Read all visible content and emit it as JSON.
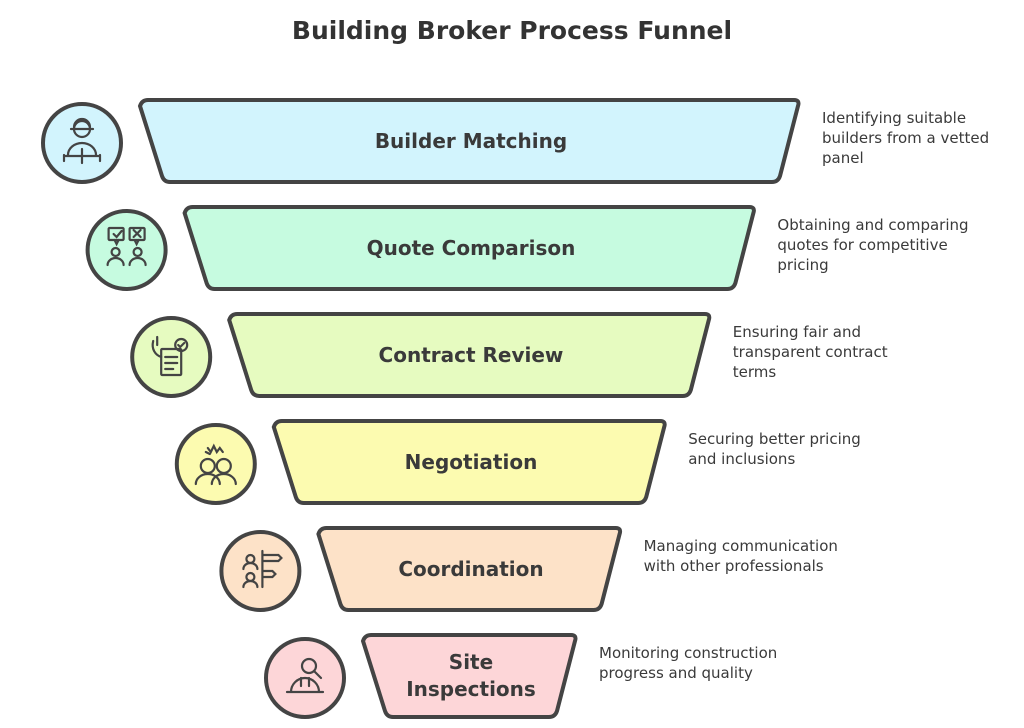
{
  "title": "Building Broker Process Funnel",
  "stages": [
    {
      "label": "Builder Matching",
      "description": "Identifying suitable builders from a vetted panel",
      "color": "#d2f4fd",
      "icon": "builder-icon"
    },
    {
      "label": "Quote Comparison",
      "description": "Obtaining and comparing quotes for competitive pricing",
      "color": "#c6fbe0",
      "icon": "compare-icon"
    },
    {
      "label": "Contract Review",
      "description": "Ensuring fair and transparent contract terms",
      "color": "#e6fbc0",
      "icon": "contract-icon"
    },
    {
      "label": "Negotiation",
      "description": "Securing better pricing and inclusions",
      "color": "#fcfbb0",
      "icon": "negotiation-icon"
    },
    {
      "label": "Coordination",
      "description": "Managing communication with other professionals",
      "color": "#fde2c8",
      "icon": "coordination-icon"
    },
    {
      "label": "Site Inspections",
      "description": "Monitoring construction progress and quality",
      "color": "#fdd6d8",
      "icon": "inspection-icon"
    }
  ]
}
